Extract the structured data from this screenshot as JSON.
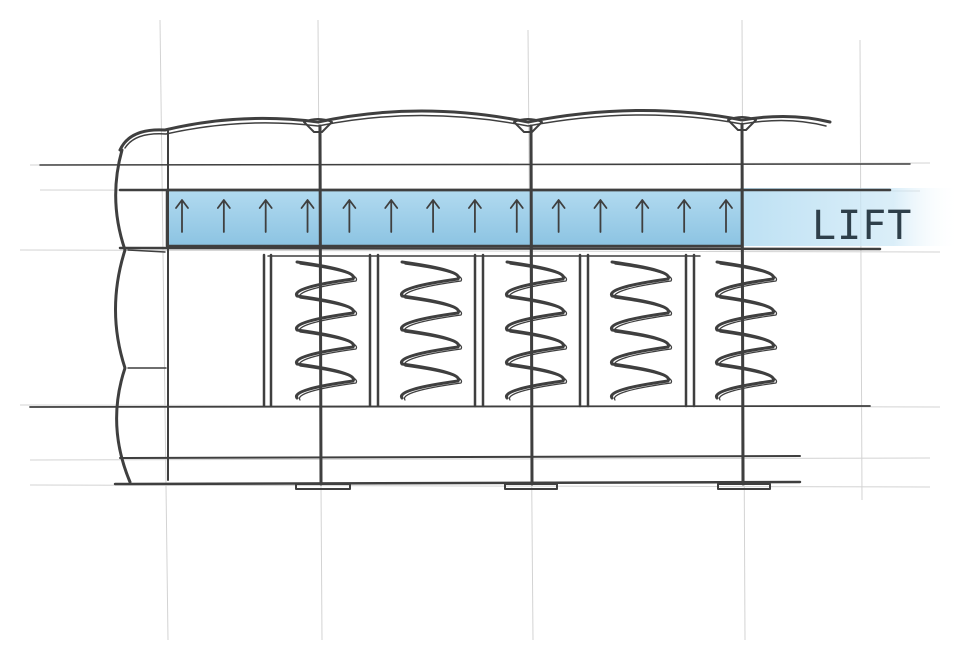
{
  "figure": {
    "label": "LIFT",
    "band_fill": "#8cc6e6",
    "band_glow": "#c9e6f5",
    "pencil_color": "#3f3f3f",
    "guide_color": "#d3d3d3",
    "arrow_count": 14,
    "spring_count": 5,
    "spring_coil_turns": 4,
    "bay_count": 3
  }
}
